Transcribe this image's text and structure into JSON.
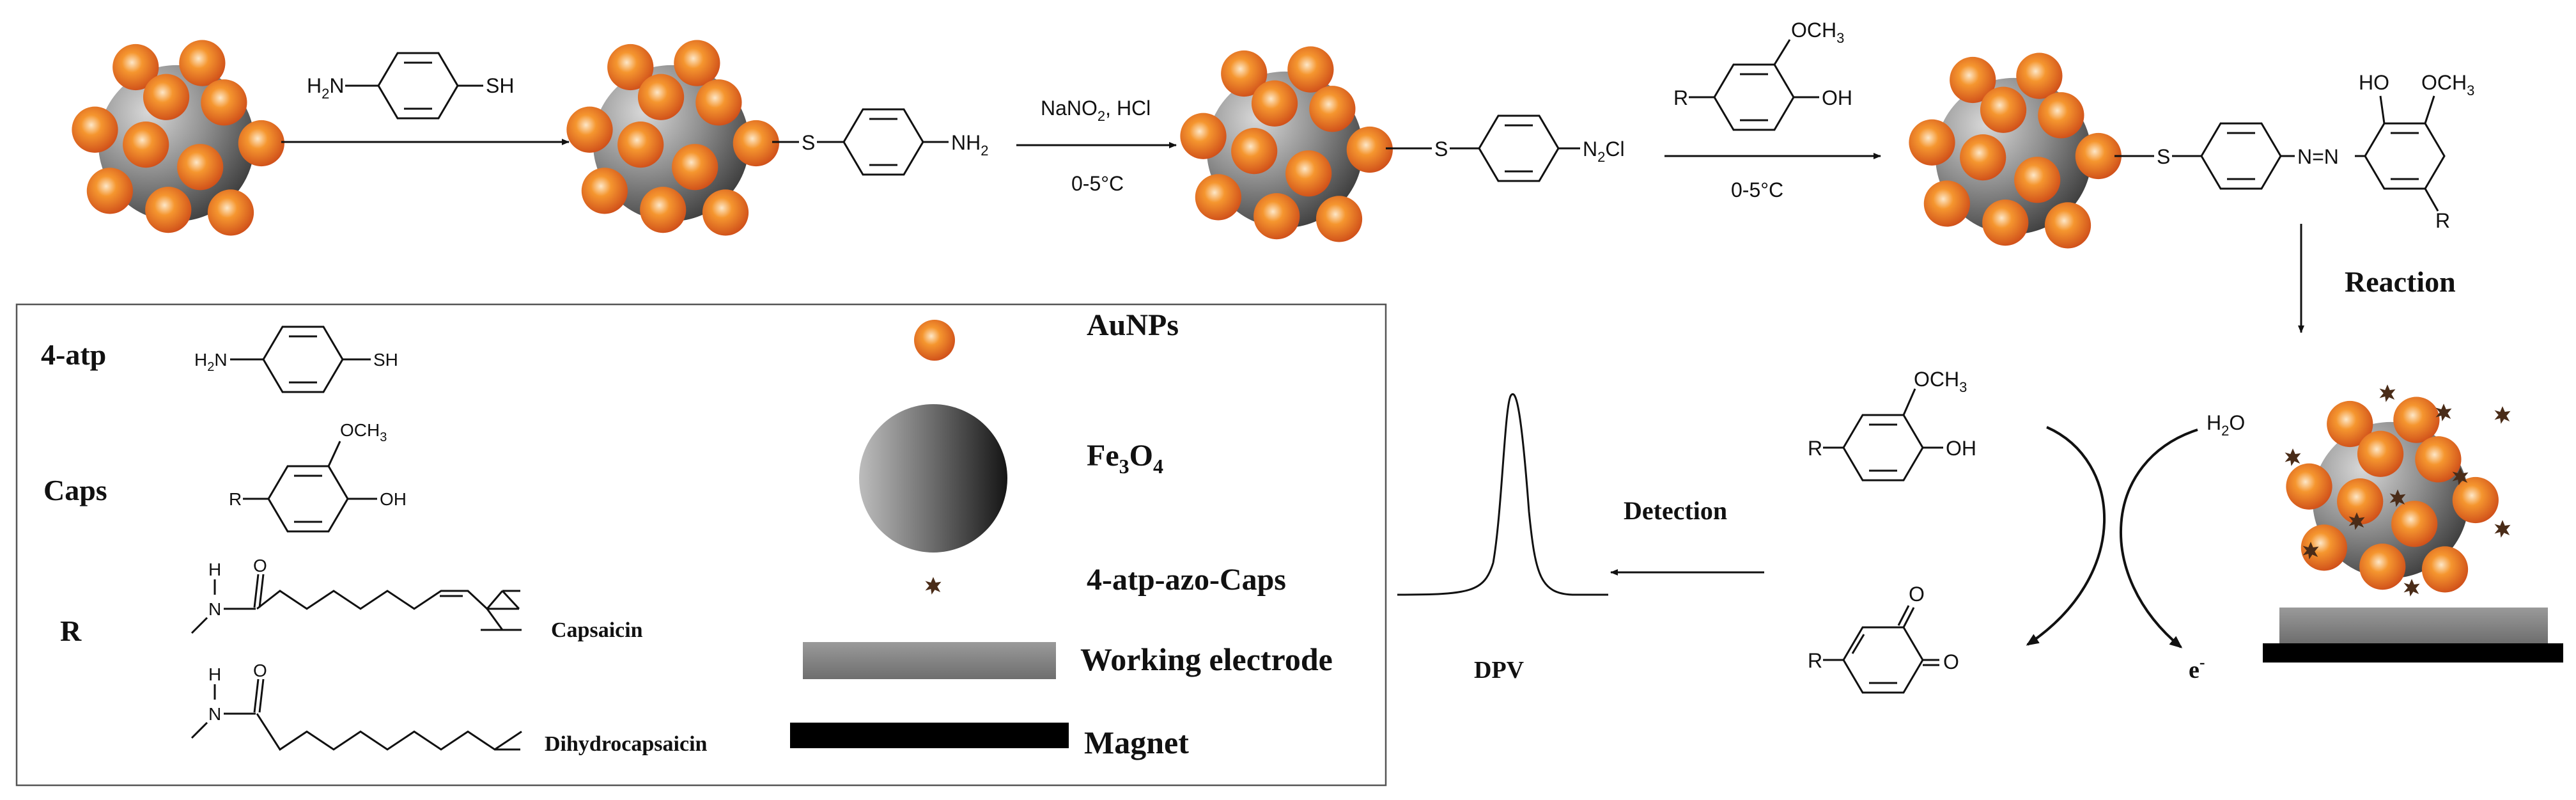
{
  "colors": {
    "gold_light": "#fde7c8",
    "gold_mid": "#f5962f",
    "gold_dark": "#d0501a",
    "core_light": "#cfcfcf",
    "core_dark": "#2d2d2d",
    "electrode": "#8c8c8c",
    "magnet": "#000000",
    "star": "#4a2c18"
  },
  "icons": {
    "gold_nanoparticle": "gold-nanoparticle-icon",
    "magnetic_core": "fe3o4-sphere-icon",
    "azo_product_marker": "star-marker-icon"
  },
  "top_row": {
    "reagent1": {
      "left": "H",
      "sub": "2",
      "mid": "N",
      "right": "SH"
    },
    "s_label": "S",
    "nh2": {
      "main": "NH",
      "sub": "2"
    },
    "reagent2": {
      "line1": "NaNO",
      "line1_sub": "2",
      "line1_tail": ", HCl",
      "line2": "0-5°C"
    },
    "n2cl": {
      "main": "N",
      "sub": "2",
      "tail": "Cl"
    },
    "reagent3": {
      "r": "R",
      "och3_main": "OCH",
      "och3_sub": "3",
      "oh": "OH",
      "temp": "0-5°C"
    },
    "azo": {
      "ho": "HO",
      "och3_main": "OCH",
      "och3_sub": "3",
      "nn": "N=N",
      "r": "R"
    }
  },
  "reaction_label": "Reaction",
  "redox": {
    "reactant": {
      "och3_main": "OCH",
      "och3_sub": "3",
      "oh": "OH",
      "r": "R"
    },
    "water": {
      "main": "H",
      "sub": "2",
      "tail": "O"
    },
    "product": {
      "o_top": "O",
      "o_bottom": "O",
      "r": "R"
    },
    "electron": {
      "main": "e",
      "sup": "-"
    }
  },
  "detection": {
    "label": "Detection",
    "dpv_label": "DPV"
  },
  "legend": {
    "atp_label": "4-atp",
    "atp_formula": {
      "left": "H",
      "sub": "2",
      "mid": "N",
      "right": "SH"
    },
    "caps_label": "Caps",
    "caps_formula": {
      "r": "R",
      "och3_main": "OCH",
      "och3_sub": "3",
      "oh": "OH"
    },
    "r_label": "R",
    "capsaicin": {
      "h": "H",
      "n": "N",
      "o": "O",
      "name": "Capsaicin"
    },
    "dihydrocapsaicin": {
      "h": "H",
      "n": "N",
      "o": "O",
      "name": "Dihydrocapsaicin"
    },
    "aunps": "AuNPs",
    "fe3o4": {
      "fe": "Fe",
      "fe_sub": "3",
      "o": "O",
      "o_sub": "4"
    },
    "azo_caps": "4-atp-azo-Caps",
    "working_electrode": "Working electrode",
    "magnet": "Magnet"
  }
}
